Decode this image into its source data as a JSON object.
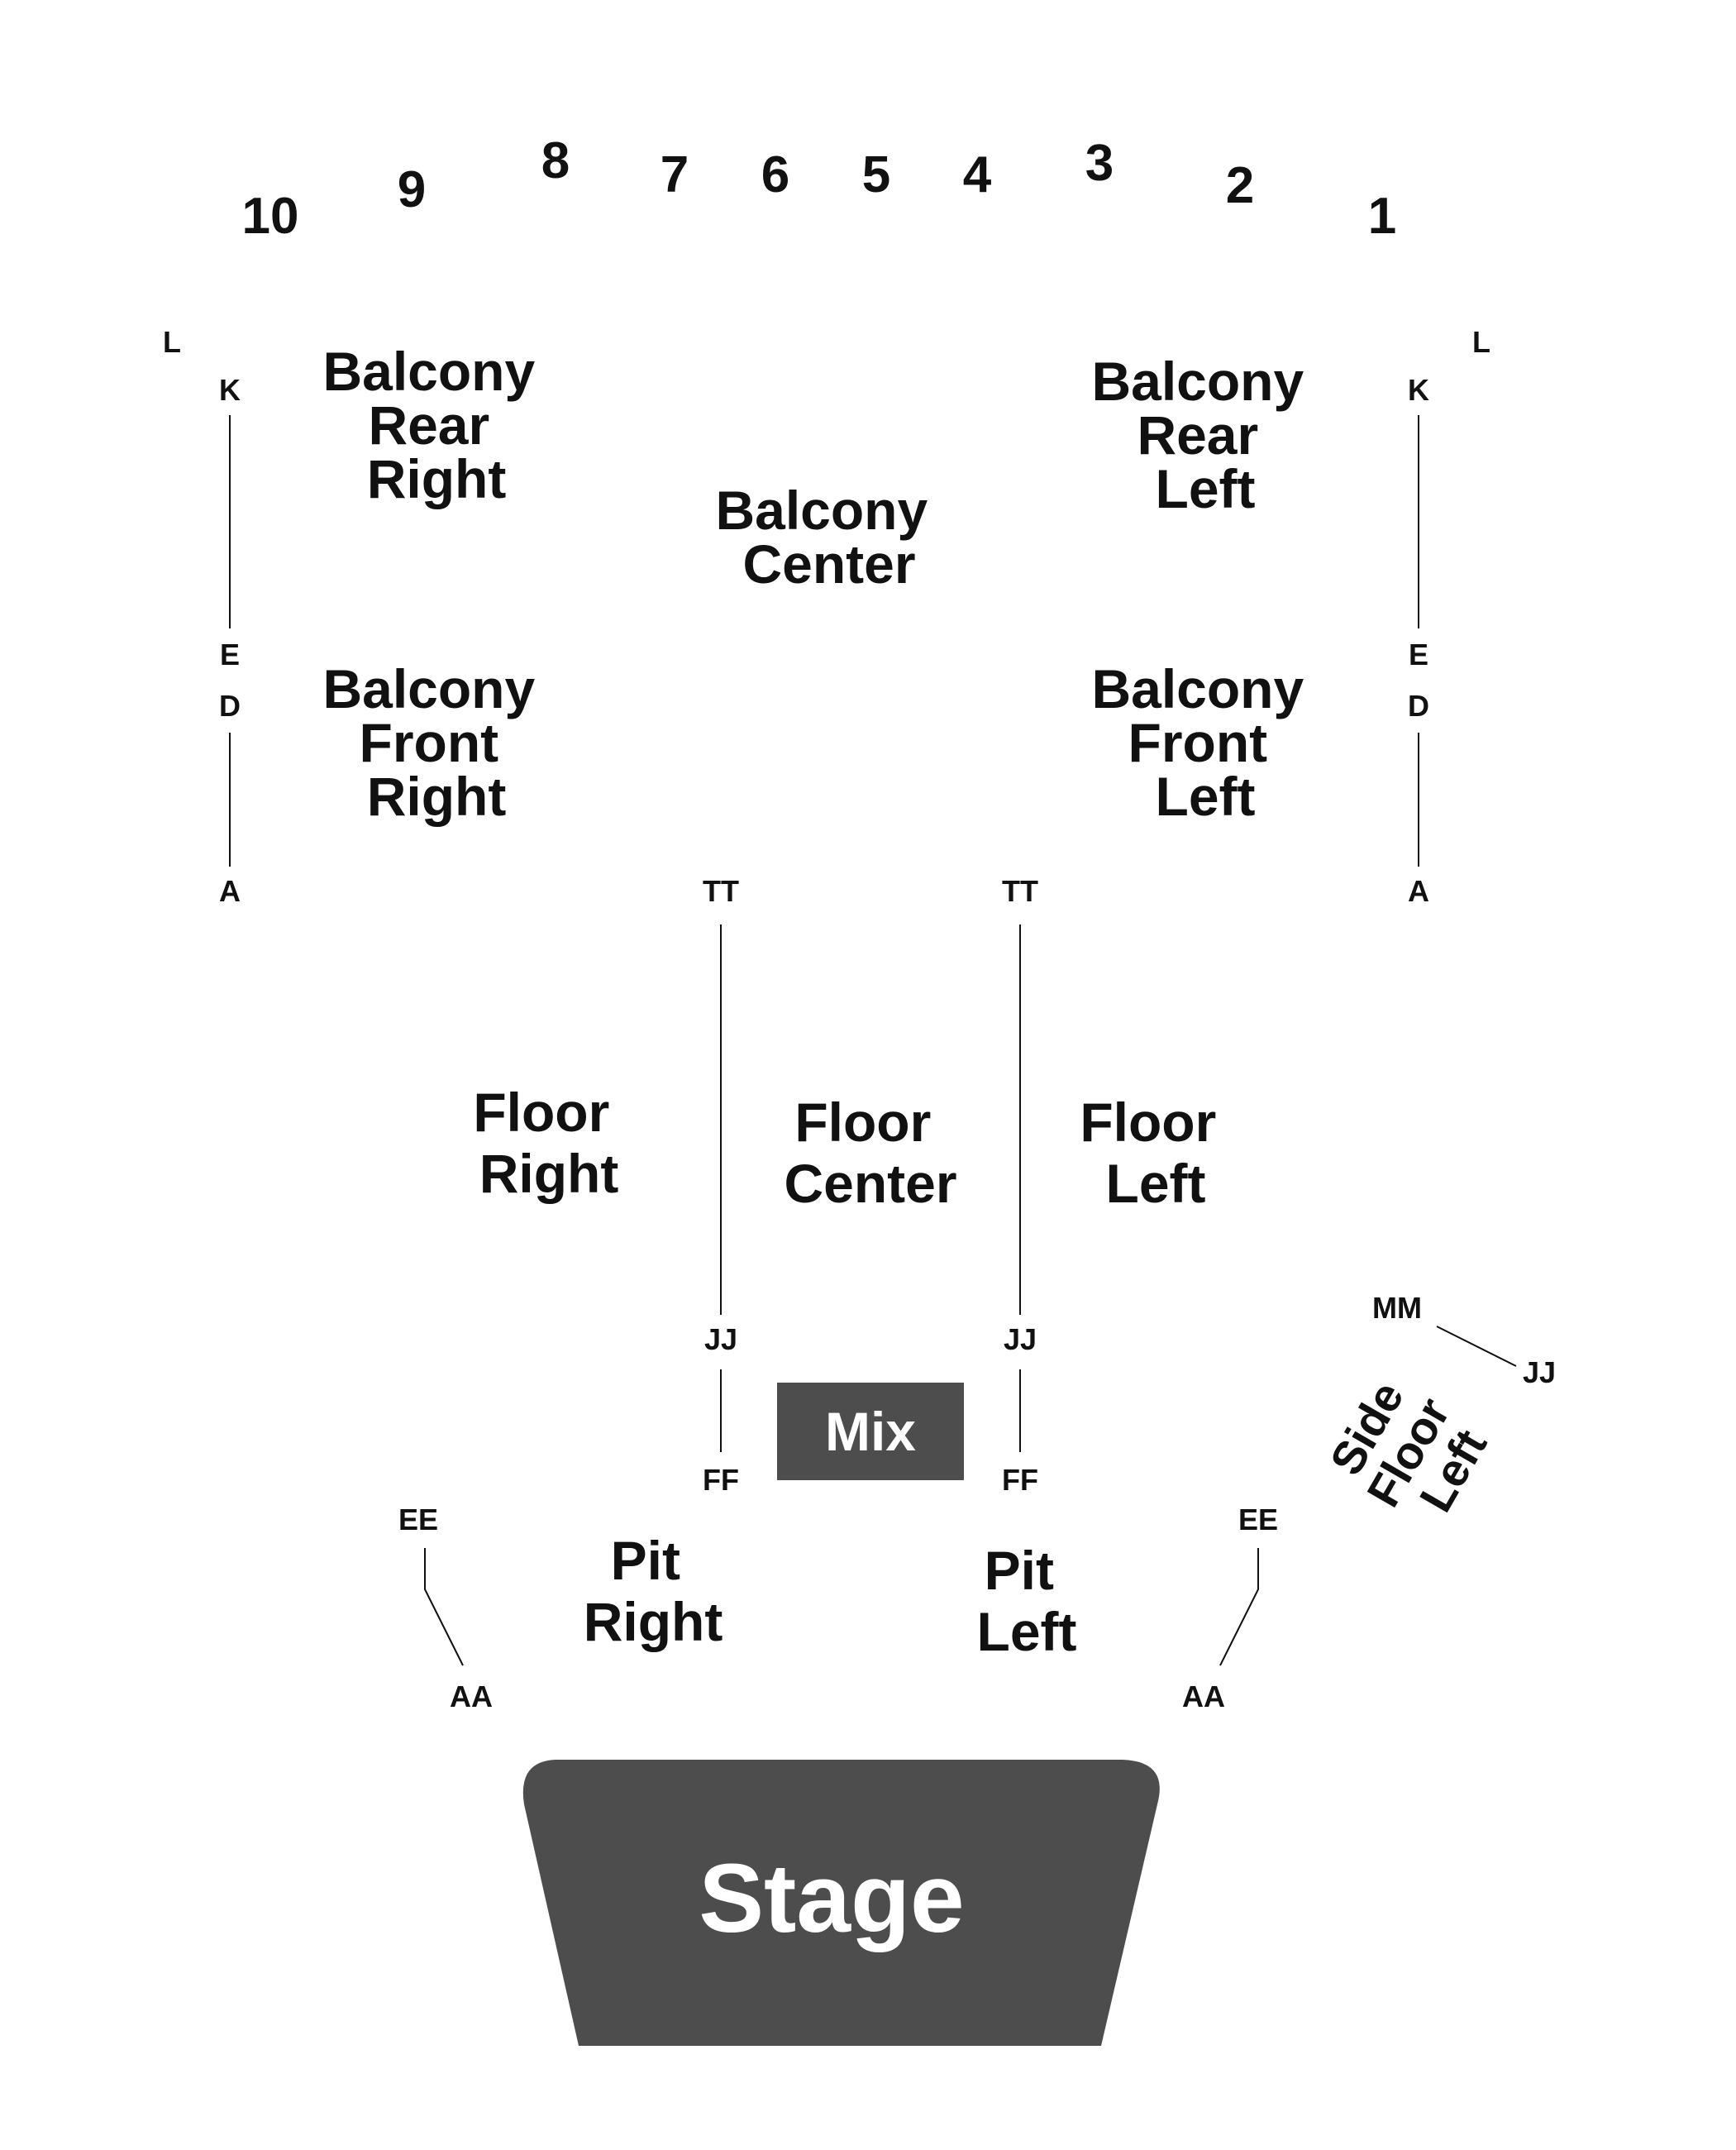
{
  "colors": {
    "ink": "#111111",
    "stage_fill": "#4d4d4d",
    "mix_fill": "#4d4d4d",
    "inverse_text": "#ffffff"
  },
  "numbers": [
    "10",
    "9",
    "8",
    "7",
    "6",
    "5",
    "4",
    "3",
    "2",
    "1"
  ],
  "sections": {
    "balcony_rear_right": [
      "Balcony",
      "Rear",
      "Right"
    ],
    "balcony_rear_left": [
      "Balcony",
      "Rear",
      "Left"
    ],
    "balcony_center": [
      "Balcony",
      "Center"
    ],
    "balcony_front_right": [
      "Balcony",
      "Front",
      "Right"
    ],
    "balcony_front_left": [
      "Balcony",
      "Front",
      "Left"
    ],
    "floor_right": [
      "Floor",
      "Right"
    ],
    "floor_center": [
      "Floor",
      "Center"
    ],
    "floor_left": [
      "Floor",
      "Left"
    ],
    "side_floor_left": [
      "Side",
      "Floor",
      "Left"
    ],
    "pit_right": [
      "Pit",
      "Right"
    ],
    "pit_left": [
      "Pit",
      "Left"
    ]
  },
  "rows": {
    "balcony_right": {
      "l": "L",
      "k": "K",
      "e": "E",
      "d": "D",
      "a": "A"
    },
    "balcony_left": {
      "l": "L",
      "k": "K",
      "e": "E",
      "d": "D",
      "a": "A"
    },
    "floor_right_aisle": {
      "tt": "TT",
      "jj": "JJ",
      "ff": "FF"
    },
    "floor_left_aisle": {
      "tt": "TT",
      "jj": "JJ",
      "ff": "FF"
    },
    "side_floor": {
      "mm": "MM",
      "jj": "JJ"
    },
    "pit_right_edge": {
      "ee": "EE",
      "aa": "AA"
    },
    "pit_left_edge": {
      "ee": "EE",
      "aa": "AA"
    }
  },
  "mix_label": "Mix",
  "stage_label": "Stage"
}
